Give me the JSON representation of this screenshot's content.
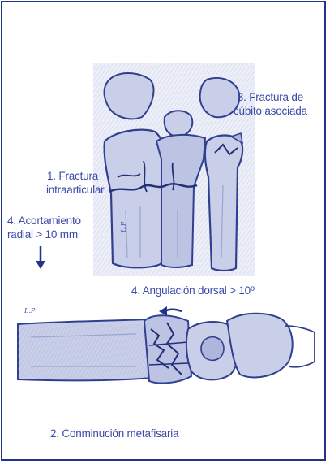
{
  "labels": {
    "fractura_cubito_l1": "3. Fractura de",
    "fractura_cubito_l2": "cúbito asociada",
    "intraarticular_l1": "1. Fractura",
    "intraarticular_l2": "intraarticular",
    "acortamiento_l1": "4. Acortamiento",
    "acortamiento_l2": "radial > 10 mm",
    "angulacion": "4. Angulación dorsal > 10º",
    "conminucion": "2. Conminución metafisaria"
  },
  "signatures": {
    "top": "L.P",
    "bottom": "L.P"
  },
  "colors": {
    "frame": "#23338a",
    "label": "#3b4aa8",
    "bone_fill": "#c9cfe8",
    "bone_shade": "#aeb6dc",
    "bone_line": "#30408f"
  },
  "icons": [
    "down-arrow-icon",
    "left-arrow-icon"
  ]
}
